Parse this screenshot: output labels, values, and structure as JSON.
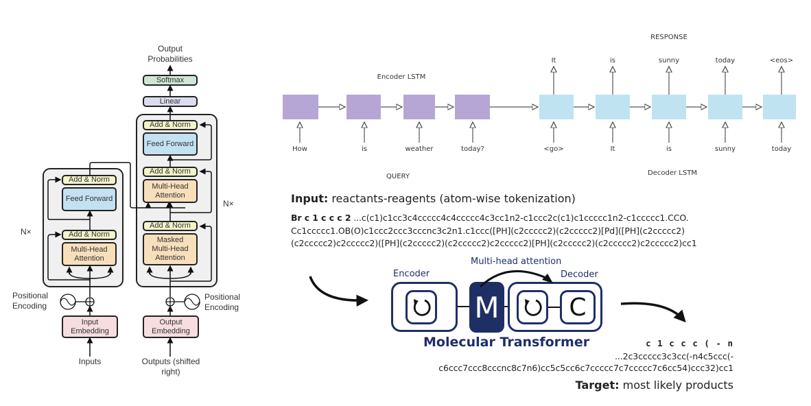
{
  "transformer": {
    "output_probabilities": "Output Probabilities",
    "softmax": "Softmax",
    "linear": "Linear",
    "add_norm": "Add & Norm",
    "feed_forward": "Feed Forward",
    "multi_head_attention": "Multi-Head Attention",
    "masked_multi_head_attention": "Masked Multi-Head Attention",
    "nx": "N×",
    "positional_encoding": "Positional Encoding",
    "input_embedding": "Input Embedding",
    "output_embedding": "Output Embedding",
    "inputs": "Inputs",
    "outputs": "Outputs (shifted right)",
    "colors": {
      "add_norm": "#f3f4c8",
      "feed_forward": "#c4e1f2",
      "attention": "#f8dfbc",
      "embedding": "#f5dde0",
      "linear": "#dcdcef",
      "softmax": "#cfe6d4"
    }
  },
  "seq2seq": {
    "response_label": "RESPONSE",
    "encoder_label": "Encoder LSTM",
    "decoder_label": "Decoder LSTM",
    "query_label": "QUERY",
    "encoder_inputs": [
      "How",
      "is",
      "weather",
      "today?"
    ],
    "decoder_inputs": [
      "<go>",
      "It",
      "is",
      "sunny",
      "today"
    ],
    "decoder_outputs": [
      "It",
      "is",
      "sunny",
      "today",
      "<eos>"
    ],
    "colors": {
      "encoder": "#b6a6d6",
      "decoder": "#bfe3f0"
    }
  },
  "molecular": {
    "input_heading": "Input:",
    "input_desc": "reactants-reagents (atom-wise tokenization)",
    "input_tokens": "Br c 1 c c c 2",
    "input_lines": [
      "...c(c1)c1cc3c4ccccc4c4ccccc4c3cc1n2-c1ccc2c(c1)c1ccccc1n2-c1ccccc1.CCO.",
      "Cc1ccccc1.OB(O)c1ccc2ccc3cccnc3c2n1.c1ccc([PH](c2ccccc2)(c2ccccc2)[Pd]([PH](c2ccccc2)",
      "(c2ccccc2)c2ccccc2)([PH](c2ccccc2)(c2ccccc2)c2ccccc2)[PH](c2ccccc2)(c2ccccc2)c2ccccc2)cc1"
    ],
    "multi_head_attention": "Multi-head attention",
    "encoder": "Encoder",
    "decoder": "Decoder",
    "m_letter": "M",
    "c_letter": "C",
    "model_name": "Molecular Transformer",
    "target_tokens": "c 1 c c c ( - n",
    "target_lines": [
      "...2c3ccccc3c3cc(-n4c5ccc(-",
      "c6ccc7ccc8cccnc8c7n6)cc5c5cc6c7ccccc7c7ccccc7c6cc54)ccc32)cc1"
    ],
    "target_heading": "Target:",
    "target_desc": "most likely products",
    "colors": {
      "navy": "#1e2f66"
    }
  }
}
